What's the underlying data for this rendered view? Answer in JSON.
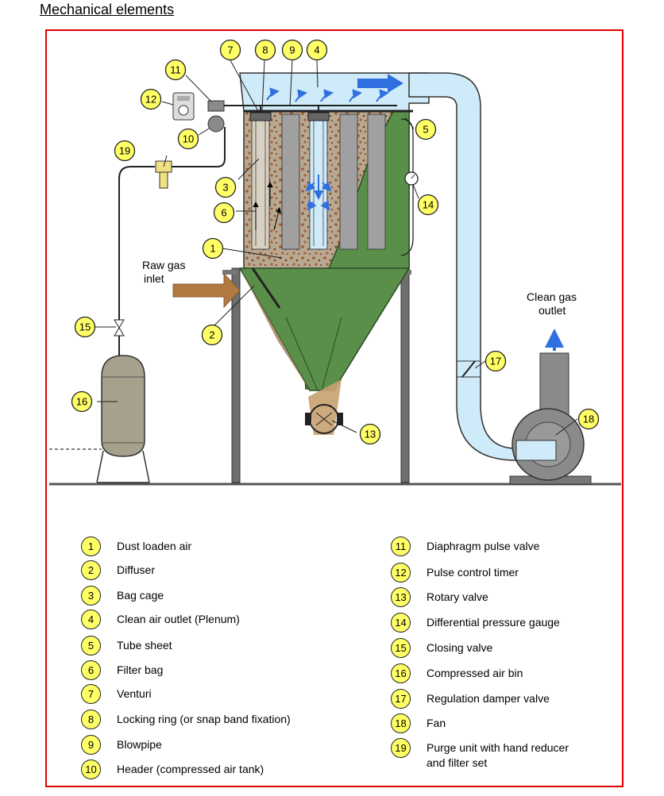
{
  "title": "Mechanical elements",
  "diagram_labels": {
    "raw_gas_inlet_line1": "Raw gas",
    "raw_gas_inlet_line2": "inlet",
    "clean_gas_outlet_line1": "Clean gas",
    "clean_gas_outlet_line2": "outlet"
  },
  "callouts": [
    "1",
    "2",
    "3",
    "4",
    "5",
    "6",
    "7",
    "8",
    "9",
    "10",
    "11",
    "12",
    "13",
    "14",
    "15",
    "16",
    "17",
    "18",
    "19"
  ],
  "legend": [
    {
      "num": "1",
      "label": "Dust loaden air"
    },
    {
      "num": "2",
      "label": "Diffuser"
    },
    {
      "num": "3",
      "label": "Bag cage"
    },
    {
      "num": "4",
      "label": "Clean air outlet (Plenum)"
    },
    {
      "num": "5",
      "label": "Tube sheet"
    },
    {
      "num": "6",
      "label": "Filter bag"
    },
    {
      "num": "7",
      "label": "Venturi"
    },
    {
      "num": "8",
      "label": "Locking ring (or snap band fixation)"
    },
    {
      "num": "9",
      "label": "Blowpipe"
    },
    {
      "num": "10",
      "label": "Header (compressed air tank)"
    },
    {
      "num": "11",
      "label": "Diaphragm pulse valve"
    },
    {
      "num": "12",
      "label": "Pulse control timer"
    },
    {
      "num": "13",
      "label": "Rotary valve"
    },
    {
      "num": "14",
      "label": "Differential pressure gauge"
    },
    {
      "num": "15",
      "label": "Closing valve"
    },
    {
      "num": "16",
      "label": "Compressed air bin"
    },
    {
      "num": "17",
      "label": "Regulation  damper valve"
    },
    {
      "num": "18",
      "label": "Fan"
    },
    {
      "num": "19",
      "label": "Purge unit with hand reducer\nand filter set"
    }
  ],
  "colors": {
    "frame": "#e00000",
    "badge_fill": "#ffff66",
    "hopper_green": "#5a8f4a",
    "dust_brown": "#a88868",
    "clean_air_blue": "#cfeaf8",
    "arrow_blue": "#2f6fe0",
    "raw_gas_arrow": "#b07a40",
    "bag_grey": "#a0a0a0",
    "tank_grey": "#a5a18c"
  }
}
